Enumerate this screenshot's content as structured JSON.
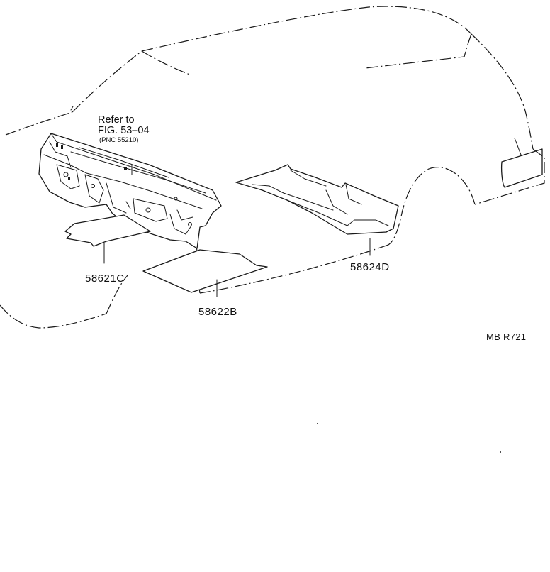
{
  "diagram": {
    "reference": {
      "line1": "Refer to",
      "line2": "FIG. 53–04",
      "line3": "(PNC 55210)"
    },
    "parts": [
      {
        "id": "58621C"
      },
      {
        "id": "58622B"
      },
      {
        "id": "58624D"
      }
    ],
    "drawing_code": "MB R721"
  }
}
